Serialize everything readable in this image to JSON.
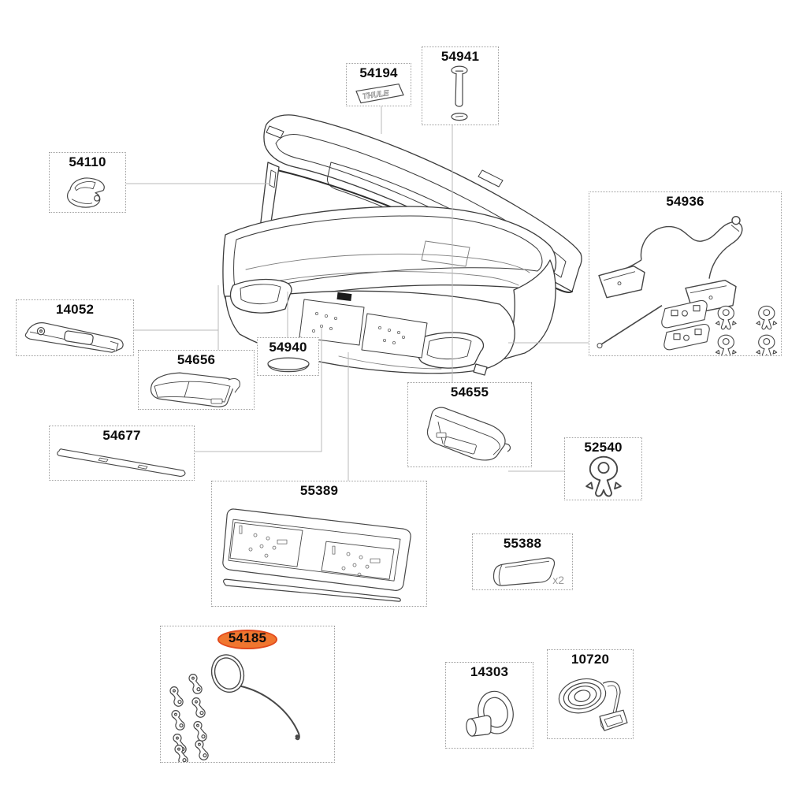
{
  "diagram": {
    "type": "exploded-parts-diagram",
    "highlight_part": "54185"
  },
  "colors": {
    "highlight_fill": "#f0762f",
    "highlight_stroke": "#e2491c",
    "line_art": "#3c3c3c",
    "leader_line": "#b9b9b9",
    "box_border": "#9f9f9f",
    "quantity_text": "#9a9a9a"
  },
  "parts": [
    {
      "number": "54194",
      "icon": "thule-badge",
      "badge_text": "THULE"
    },
    {
      "number": "54941",
      "icon": "bolt-and-washer"
    },
    {
      "number": "54110",
      "icon": "lid-latch"
    },
    {
      "number": "54936",
      "icon": "light-kit-harness"
    },
    {
      "number": "14052",
      "icon": "lock-housing-plate"
    },
    {
      "number": "54656",
      "icon": "end-cap-left"
    },
    {
      "number": "54940",
      "icon": "oval-cover-cap"
    },
    {
      "number": "54677",
      "icon": "trim-strip"
    },
    {
      "number": "54655",
      "icon": "end-cap-right"
    },
    {
      "number": "52540",
      "icon": "cable-clip"
    },
    {
      "number": "55389",
      "icon": "number-plate-holder"
    },
    {
      "number": "55388",
      "icon": "cover-pad",
      "quantity": "x2"
    },
    {
      "number": "54185",
      "icon": "fastener-kit-with-cord",
      "highlighted": true
    },
    {
      "number": "14303",
      "icon": "grommet-knob"
    },
    {
      "number": "10720",
      "icon": "strap-with-buckle"
    }
  ]
}
